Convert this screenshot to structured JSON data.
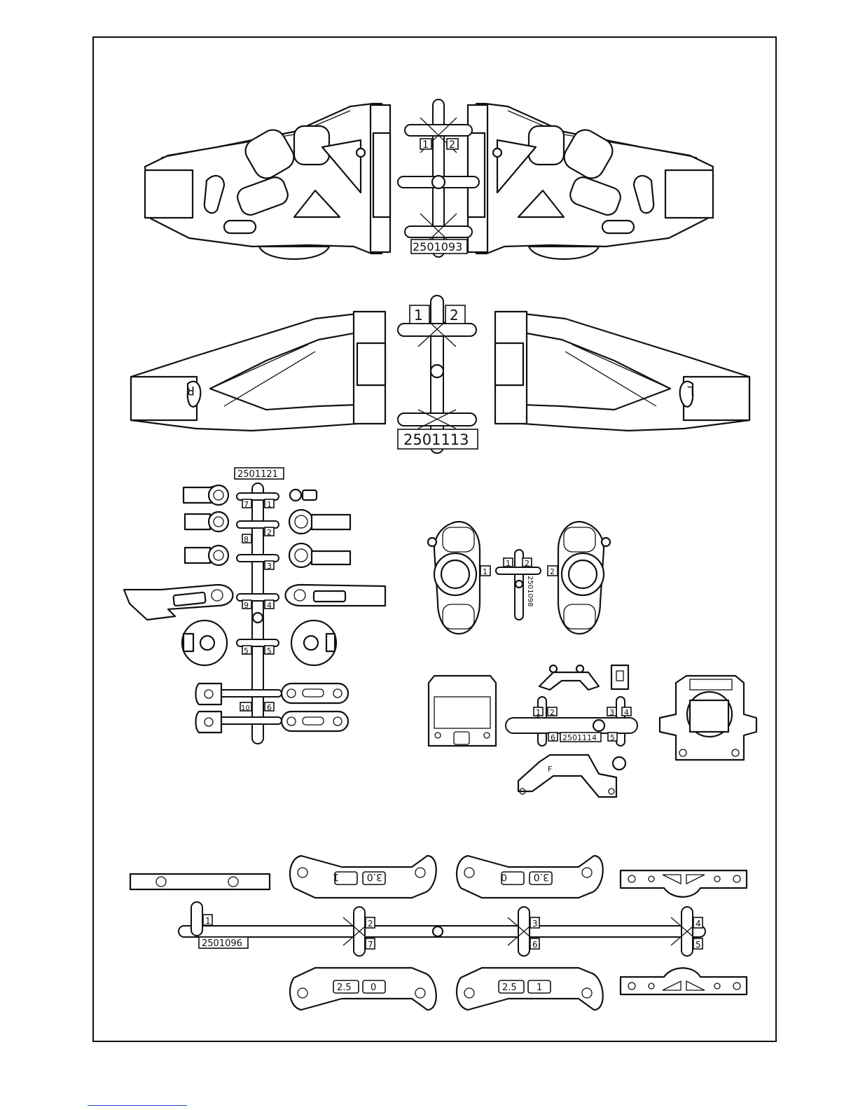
{
  "labels": {
    "front_arm_tree": "2501093",
    "rear_arm_tree": "2501113",
    "small_parts_tree": "2501121",
    "hub_tree": "2501098",
    "bulkhead_tree": "2501114",
    "hinge_block_tree": "2501096"
  },
  "arm_letters": {
    "right": "R",
    "left": "L"
  },
  "front_tree_numbers": [
    "1",
    "2"
  ],
  "rear_tree_numbers": [
    "1",
    "2"
  ],
  "small_parts_numbers": [
    "7",
    "1",
    "8",
    "2",
    "3",
    "9",
    "4",
    "5",
    "5",
    "10",
    "6"
  ],
  "hub_numbers": [
    "1",
    "2",
    "1",
    "2"
  ],
  "bulkhead_numbers": [
    "1",
    "2",
    "3",
    "4",
    "6",
    "5"
  ],
  "brace_letter": "F",
  "hinge_runner_numbers": [
    "1",
    "2",
    "7",
    "3",
    "6",
    "4",
    "5"
  ],
  "insert_values": {
    "top_a": [
      "1",
      "3.0"
    ],
    "top_b": [
      "0",
      "3.0"
    ],
    "bottom_a": [
      "2.5",
      "0"
    ],
    "bottom_b": [
      "2.5",
      "1"
    ]
  }
}
